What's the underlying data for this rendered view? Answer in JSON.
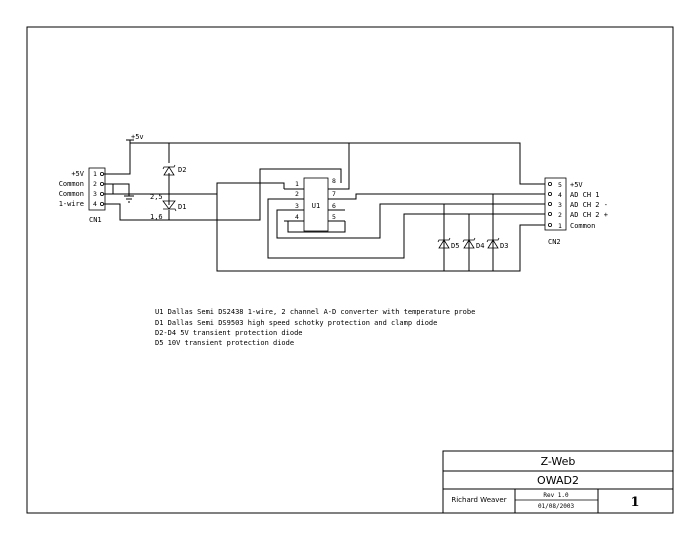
{
  "cn1": {
    "ref": "CN1",
    "pins": [
      {
        "num": "1",
        "label": "+5V"
      },
      {
        "num": "2",
        "label": "Common"
      },
      {
        "num": "3",
        "label": "Common"
      },
      {
        "num": "4",
        "label": "1-wire"
      }
    ]
  },
  "cn2": {
    "ref": "CN2",
    "pins": [
      {
        "num": "5",
        "label": "+5V"
      },
      {
        "num": "4",
        "label": "AD CH 1"
      },
      {
        "num": "3",
        "label": "AD CH 2 -"
      },
      {
        "num": "2",
        "label": "AD CH 2 +"
      },
      {
        "num": "1",
        "label": "Common"
      }
    ]
  },
  "u1": {
    "ref": "U1",
    "left_pins": [
      "1",
      "2",
      "3",
      "4"
    ],
    "right_pins": [
      "8",
      "7",
      "6",
      "5"
    ]
  },
  "d1": {
    "ref": "D1",
    "pin_a": "2,5",
    "pin_b": "1,6"
  },
  "d2": {
    "ref": "D2"
  },
  "d3": {
    "ref": "D3"
  },
  "d4": {
    "ref": "D4"
  },
  "d5": {
    "ref": "D5"
  },
  "power_label": "+5v",
  "notes": [
    "U1 Dallas Semi DS2438 1-wire, 2 channel A-D converter with temperature probe",
    "D1 Dallas Semi DS9503 high speed schotky protection and clamp diode",
    "D2-D4 5V transient protection diode",
    "D5 10V transient protection diode"
  ],
  "title_block": {
    "company": "Z-Web",
    "title": "OWAD2",
    "author": "Richard Weaver",
    "rev": "Rev 1.0",
    "date": "01/08/2003",
    "sheet": "1"
  }
}
